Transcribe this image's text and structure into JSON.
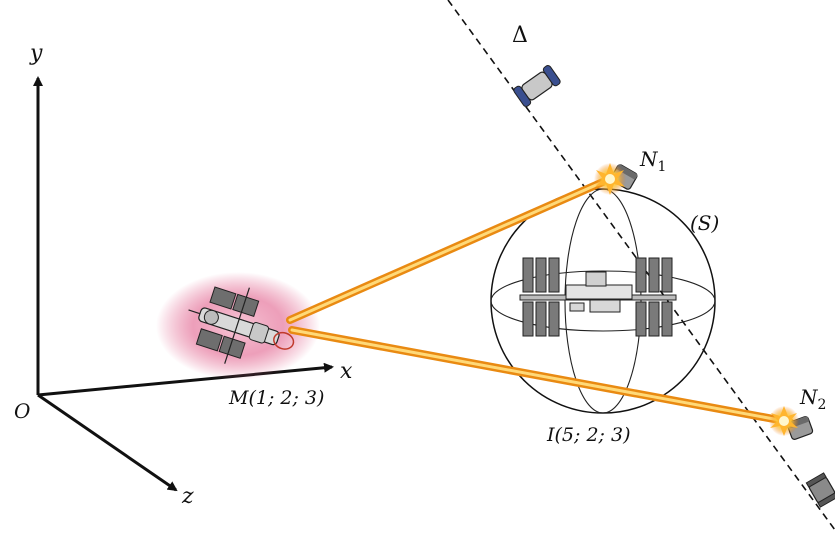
{
  "axes": {
    "origin": "O",
    "x": "x",
    "y": "y",
    "z": "z"
  },
  "points": {
    "M": "M(1; 2; 3)",
    "I": "I(5; 2; 3)",
    "N1": {
      "base": "N",
      "sub": "1"
    },
    "N2": {
      "base": "N",
      "sub": "2"
    }
  },
  "line_label": "Δ",
  "sphere_label": "(S)",
  "colors": {
    "laser": "#f2a21c",
    "laser_core": "#ffd978",
    "glow": "#e1608a",
    "ink": "#111111",
    "station_panel": "#7a7a7a"
  }
}
